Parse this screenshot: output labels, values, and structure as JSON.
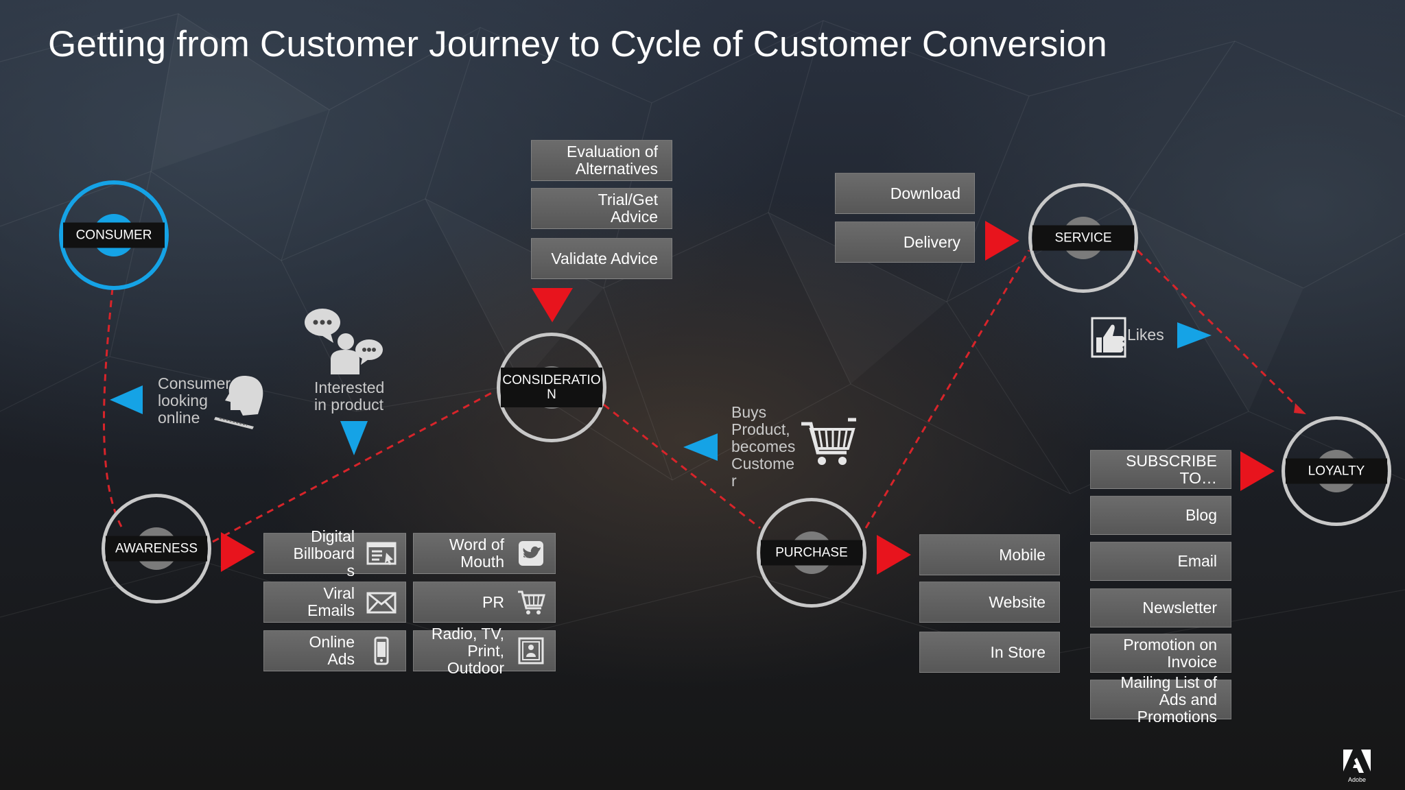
{
  "slide": {
    "title": "Getting from Customer Journey to Cycle of Customer Conversion",
    "logo_text": "Adobe"
  },
  "colors": {
    "accent_blue": "#15a3e6",
    "arrow_red": "#e8141d",
    "dashed_path": "#d8242a",
    "box_gray": "#5f5f5f"
  },
  "nodes": {
    "consumer": "CONSUMER",
    "awareness": "AWARENESS",
    "consideration": "CONSIDERATION",
    "purchase": "PURCHASE",
    "service": "SERVICE",
    "loyalty": "LOYALTY"
  },
  "notes": {
    "consumer_looking": "Consumer\nlooking\nonline",
    "interested": "Interested\nin product",
    "buys": "Buys\nProduct,\nbecomes\nCustome\nr",
    "likes": "Likes"
  },
  "awareness_channels": [
    {
      "label": "Digital\nBillboard\ns",
      "icon": "billboard-icon"
    },
    {
      "label": "Viral\nEmails",
      "icon": "envelope-icon"
    },
    {
      "label": "Online\nAds",
      "icon": "phone-icon"
    },
    {
      "label": "Word of\nMouth",
      "icon": "twitter-bird-icon"
    },
    {
      "label": "PR",
      "icon": "cart-icon"
    },
    {
      "label": "Radio, TV,\nPrint,\nOutdoor",
      "icon": "newspaper-icon"
    }
  ],
  "consideration_steps": [
    "Evaluation of\nAlternatives",
    "Trial/Get\nAdvice",
    "Validate Advice"
  ],
  "service_steps": [
    "Download",
    "Delivery"
  ],
  "purchase_channels": [
    "Mobile",
    "Website",
    "In Store"
  ],
  "loyalty_channels": [
    "SUBSCRIBE\nTO…",
    "Blog",
    "Email",
    "Newsletter",
    "Promotion on\nInvoice",
    "Mailing List of\nAds and\nPromotions"
  ]
}
